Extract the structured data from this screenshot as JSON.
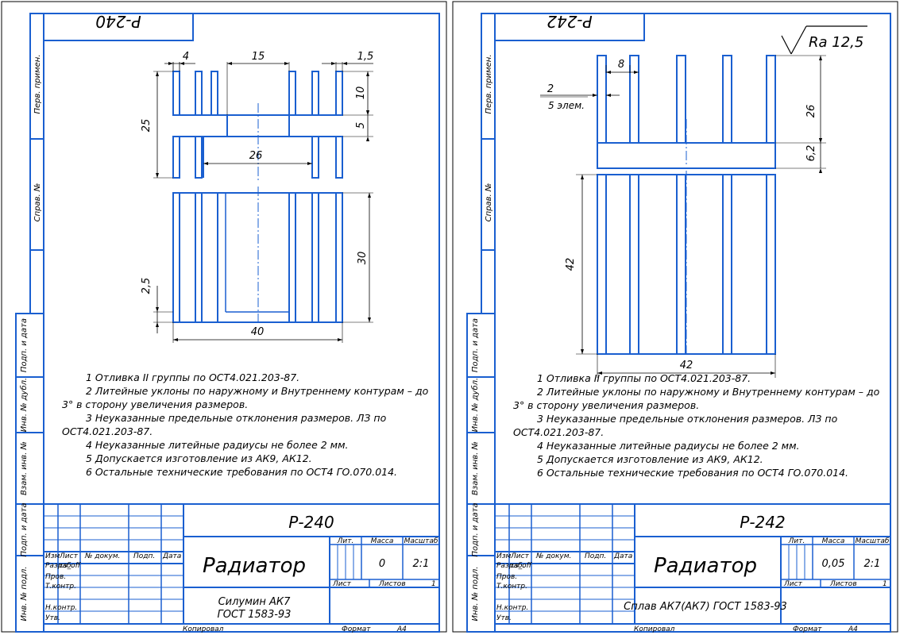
{
  "sheets": [
    {
      "stamp": "Р-240",
      "dims": {
        "d4": "4",
        "d15": "15",
        "d15b": "1,5",
        "d10": "10",
        "d5": "5",
        "d25": "25",
        "d26": "26",
        "d30": "30",
        "d25b": "2,5",
        "d40": "40"
      },
      "notes": [
        "1  Отливка II группы по ОСТ4.021.203-87.",
        "2  Литейные уклоны по наружному и Внутреннему контурам – до",
        "3° в сторону увеличения размеров.",
        "3  Неуказанные   предельные   отклонения   размеров.   ЛЗ   по",
        "ОСТ4.021.203-87.",
        "4  Неуказанные литейные радиусы не более 2 мм.",
        "5  Допускается изготовление из АК9, АК12.",
        "6  Остальные технические требования по ОСТ4 ГО.070.014."
      ],
      "title_block": {
        "designation": "Р-240",
        "name": "Радиатор",
        "material_1": "Силумин АК7",
        "material_2": "ГОСТ 1583-93",
        "mass": "0",
        "scale": "2:1",
        "developer": "cs_off"
      }
    },
    {
      "stamp": "Р-242",
      "roughness": "Ra 12,5",
      "dims": {
        "d8": "8",
        "d2": "2",
        "d5el": "5 элем.",
        "d26": "26",
        "d62": "6,2",
        "d42v": "42",
        "d42h": "42"
      },
      "notes": [
        "1  Отливка II группы по ОСТ4.021.203-87.",
        "2  Литейные уклоны по наружному и Внутреннему контурам – до",
        "3° в сторону увеличения размеров.",
        "3  Неуказанные   предельные   отклонения   размеров.   ЛЗ   по",
        "ОСТ4.021.203-87.",
        "4  Неуказанные литейные радиусы не более 2 мм.",
        "5  Допускается изготовление из АК9, АК12.",
        "6  Остальные технические требования по ОСТ4 ГО.070.014."
      ],
      "title_block": {
        "designation": "Р-242",
        "name": "Радиатор",
        "material_1": "Сплав АК7(АК7) ГОСТ 1583-93",
        "mass": "0,05",
        "scale": "2:1",
        "developer": "cs_off"
      }
    }
  ],
  "side_labels": [
    "Перв. примен.",
    "Справ. №",
    "Подп. и дата",
    "Инв. № дубл.",
    "Взам. инв. №",
    "Подп. и дата",
    "Инв. № подл."
  ],
  "tb_labels": {
    "izm": "Изм",
    "list": "Лист",
    "ndoc": "№ докум.",
    "podp": "Подп.",
    "data": "Дата",
    "razrab": "Разраб.",
    "prov": "Пров.",
    "tkontr": "Т.контр.",
    "nkontr": "Н.контр.",
    "utv": "Утв.",
    "lit": "Лит.",
    "massa": "Масса",
    "masshtab": "Масштаб",
    "list2": "Лист",
    "listov": "Листов",
    "listov_n": "1",
    "kopiroval": "Копировал",
    "format": "Формат",
    "format_v": "А4"
  }
}
